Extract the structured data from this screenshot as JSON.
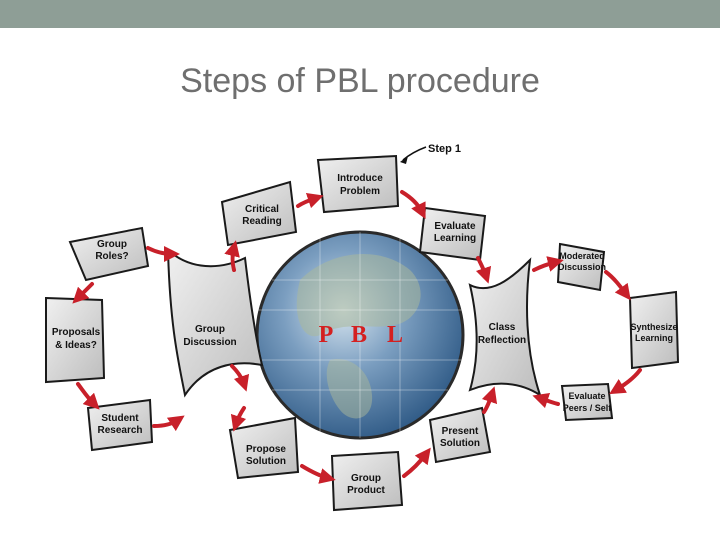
{
  "slide": {
    "title": "Steps of PBL procedure"
  },
  "diagram": {
    "step_label": "Step 1",
    "center_letters": [
      "P",
      "B",
      "L"
    ],
    "labels": {
      "introduce_problem": [
        "Introduce",
        "Problem"
      ],
      "evaluate_learning": [
        "Evaluate",
        "Learning"
      ],
      "critical_reading": [
        "Critical",
        "Reading"
      ],
      "group_roles": [
        "Group",
        "Roles?"
      ],
      "group_discussion": [
        "Group",
        "Discussion"
      ],
      "proposals_ideas": [
        "Proposals",
        "& Ideas?"
      ],
      "student_research": [
        "Student",
        "Research"
      ],
      "propose_solution": [
        "Propose",
        "Solution"
      ],
      "group_product": [
        "Group",
        "Product"
      ],
      "present_solution": [
        "Present",
        "Solution"
      ],
      "class_reflection": [
        "Class",
        "Reflection"
      ],
      "moderated_discussion": [
        "Moderated",
        "Discussion"
      ],
      "synthesize_learning": [
        "Synthesize",
        "Learning"
      ],
      "evaluate_peers_self": [
        "Evaluate",
        "Peers / Self"
      ]
    },
    "colors": {
      "arrow": "#c8202a",
      "panel_fill": "#d8d8d8",
      "panel_stroke": "#1a1a1a",
      "globe_ocean": "#3f6f9f",
      "title_text": "#6f6f6f",
      "top_bar": "#8e9e96"
    }
  }
}
